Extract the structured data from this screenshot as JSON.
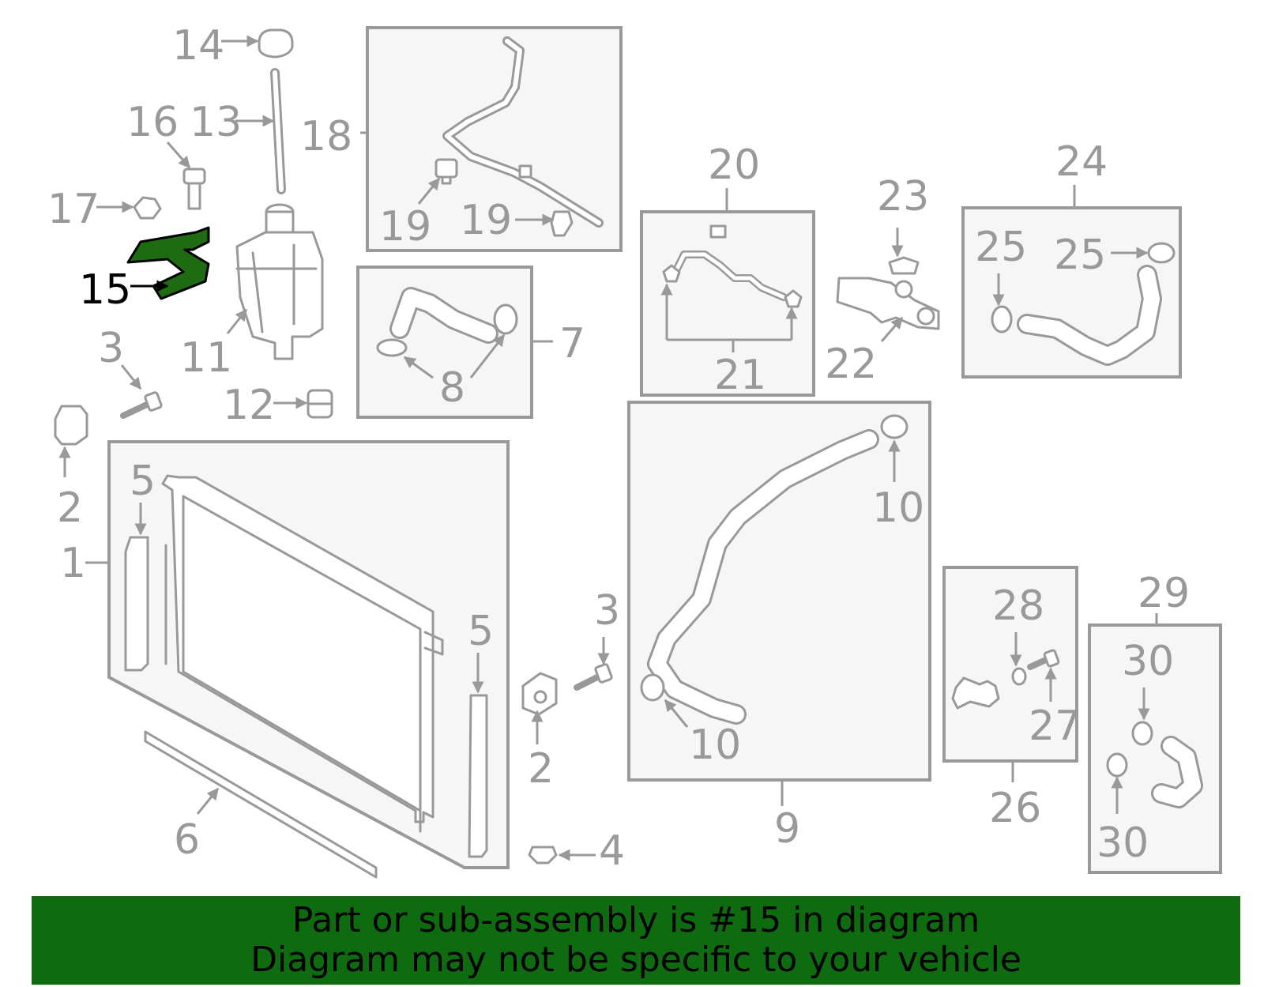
{
  "selected_part": "15",
  "colors": {
    "highlight": "#1e6b12",
    "banner": "#0f6b0f",
    "line": "#999999"
  },
  "labels": {
    "c1": "1",
    "c2a": "2",
    "c2b": "2",
    "c3a": "3",
    "c3b": "3",
    "c4": "4",
    "c5a": "5",
    "c5b": "5",
    "c6": "6",
    "c7": "7",
    "c8": "8",
    "c9": "9",
    "c10a": "10",
    "c10b": "10",
    "c11": "11",
    "c12": "12",
    "c13": "13",
    "c14": "14",
    "c15": "15",
    "c16": "16",
    "c17": "17",
    "c18": "18",
    "c19a": "19",
    "c19b": "19",
    "c20": "20",
    "c21": "21",
    "c22": "22",
    "c23": "23",
    "c24": "24",
    "c25a": "25",
    "c25b": "25",
    "c26": "26",
    "c27": "27",
    "c28": "28",
    "c29": "29",
    "c30a": "30",
    "c30b": "30"
  },
  "banner": {
    "line1": "Part or sub-assembly is #15 in diagram",
    "line2": "Diagram may not be specific to your vehicle"
  }
}
